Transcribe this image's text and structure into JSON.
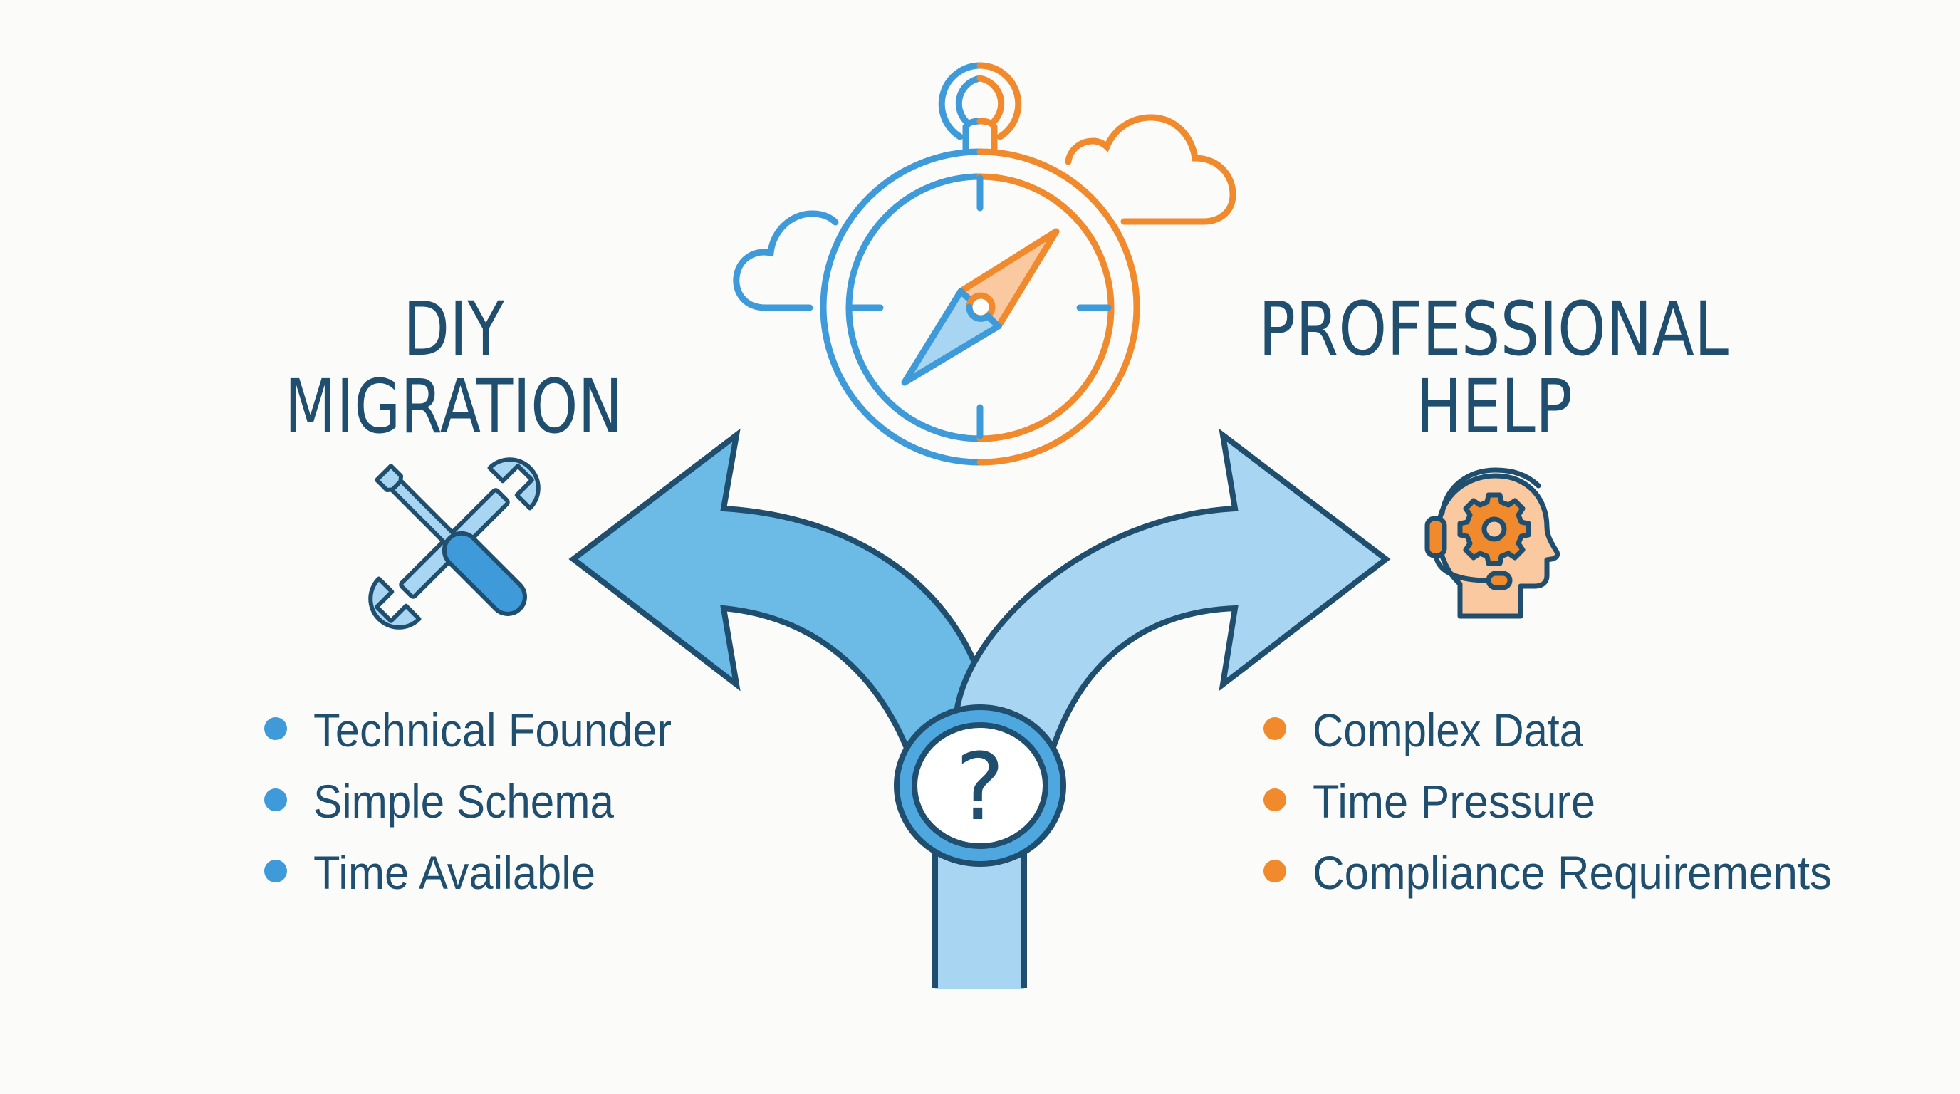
{
  "colors": {
    "background": "#fbfbf9",
    "text": "#1f4e6e",
    "outline": "#1f4e6e",
    "blue": "#3f9ad9",
    "blue_fill_dark": "#6bbbe6",
    "blue_fill_light": "#a8d6f2",
    "orange": "#f08a2c",
    "orange_fill_light": "#fbc9a0"
  },
  "center": {
    "compass_icon": "compass-icon",
    "decision_icon": "question-mark-icon",
    "decision_symbol": "?"
  },
  "left": {
    "title_line1": "DIY",
    "title_line2": "MIGRATION",
    "icon": "tools-icon",
    "bullet_color": "#3f9ad9",
    "items": [
      {
        "label": "Technical Founder"
      },
      {
        "label": "Simple Schema"
      },
      {
        "label": "Time Available"
      }
    ]
  },
  "right": {
    "title_line1": "PROFESSIONAL",
    "title_line2": "HELP",
    "icon": "support-head-icon",
    "bullet_color": "#f08a2c",
    "items": [
      {
        "label": "Complex Data"
      },
      {
        "label": "Time Pressure"
      },
      {
        "label": "Compliance Requirements"
      }
    ]
  }
}
